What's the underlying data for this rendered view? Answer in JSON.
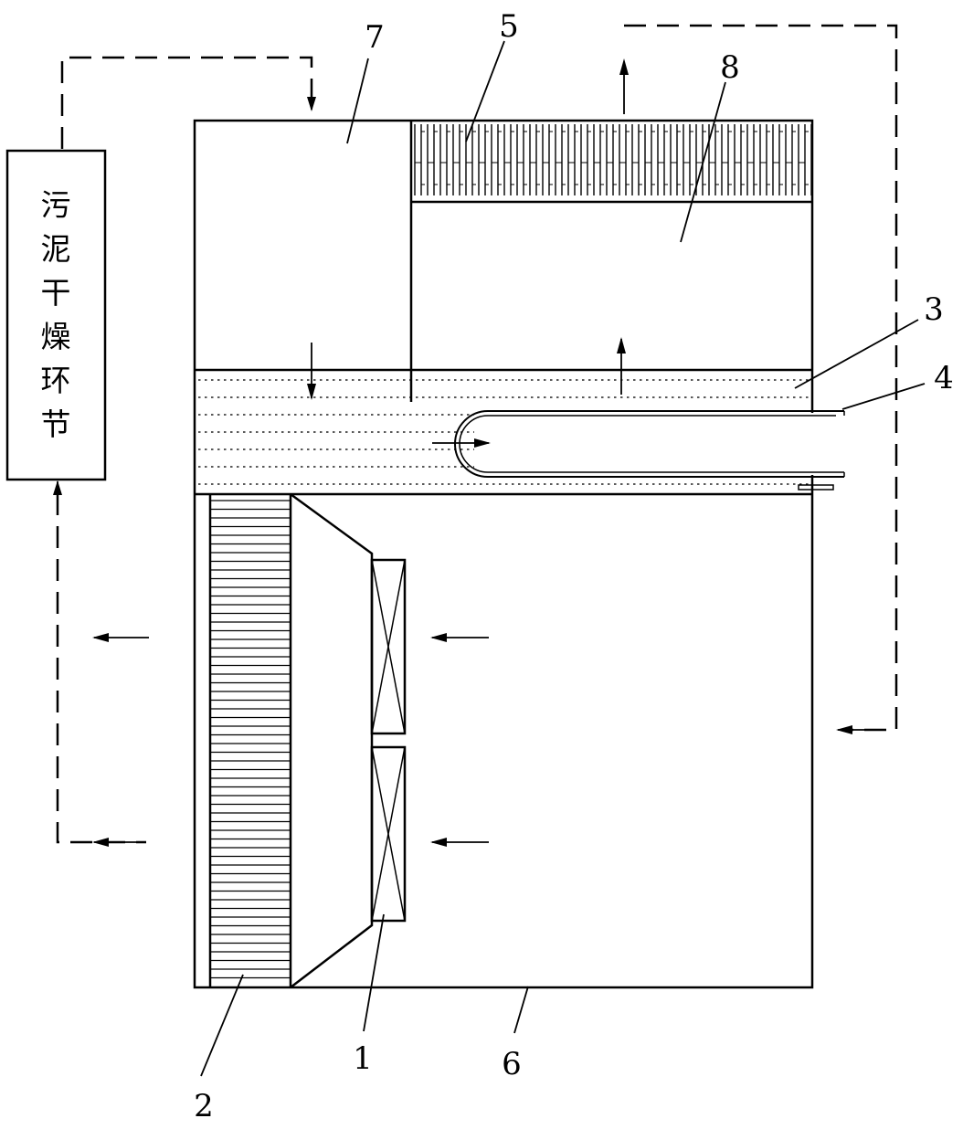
{
  "diagram": {
    "stroke_color": "#000000",
    "background_color": "#ffffff",
    "side_box": {
      "label_chars": [
        "污",
        "泥",
        "干",
        "燥",
        "环",
        "节"
      ]
    },
    "labels": {
      "label_1": "1",
      "label_2": "2",
      "label_3": "3",
      "label_4": "4",
      "label_5": "5",
      "label_6": "6",
      "label_7": "7",
      "label_8": "8"
    }
  }
}
